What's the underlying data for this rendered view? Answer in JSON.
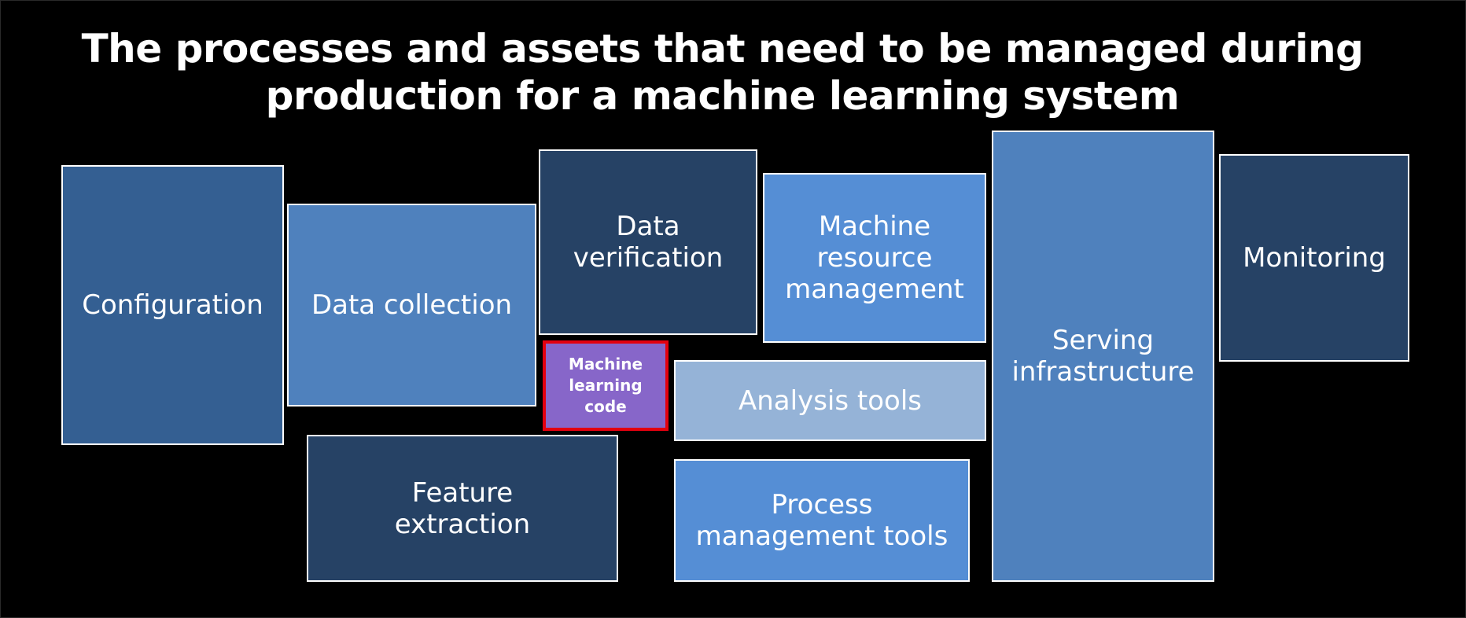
{
  "title": {
    "line1": "The processes and assets that need to be managed during",
    "line2": "production for a machine learning system"
  },
  "boxes": {
    "configuration": [
      "Configuration"
    ],
    "data_collection": [
      "Data collection"
    ],
    "data_verification": [
      "Data",
      "verification"
    ],
    "machine_resource_management": [
      "Machine",
      "resource",
      "management"
    ],
    "serving_infrastructure": [
      "Serving",
      "infrastructure"
    ],
    "monitoring": [
      "Monitoring"
    ],
    "machine_learning_code": [
      "Machine",
      "learning",
      "code"
    ],
    "analysis_tools": [
      "Analysis tools"
    ],
    "feature_extraction": [
      "Feature",
      "extraction"
    ],
    "process_management_tools": [
      "Process",
      "management tools"
    ]
  },
  "colors": {
    "background": "#000000",
    "dark_navy": "#264265",
    "steel_blue": "#345f92",
    "medium_blue": "#4f81bd",
    "bright_blue": "#558ed5",
    "pale_blue": "#95b3d7",
    "highlight_purple": "#8766c9",
    "highlight_border_red": "#e3000f"
  }
}
